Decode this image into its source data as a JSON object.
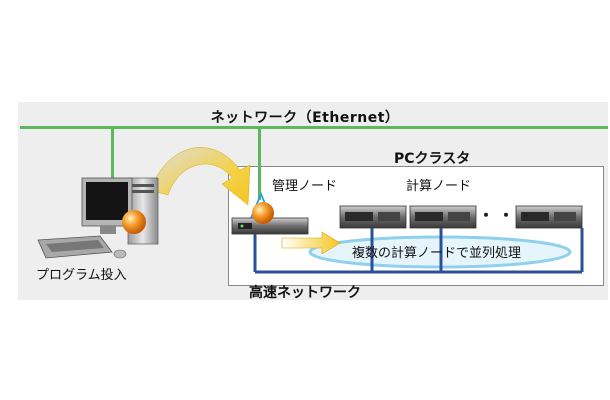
{
  "labels": {
    "network": "ネットワーク（Ethernet）",
    "cluster": "PCクラスタ",
    "management_node": "管理ノード",
    "compute_node": "計算ノード",
    "program_input": "プログラム投入",
    "parallel_processing": "複数の計算ノードで並列処理",
    "fast_network": "高速ネットワーク",
    "ellipsis": "・・・"
  },
  "colors": {
    "ethernet_line": "#5cb85c",
    "fast_network_line": "#2c4f96",
    "highlight_ellipse": "#a8d8f0",
    "orange_ball": "#f08a1a",
    "arrow_yellow": "#f7c51f"
  }
}
